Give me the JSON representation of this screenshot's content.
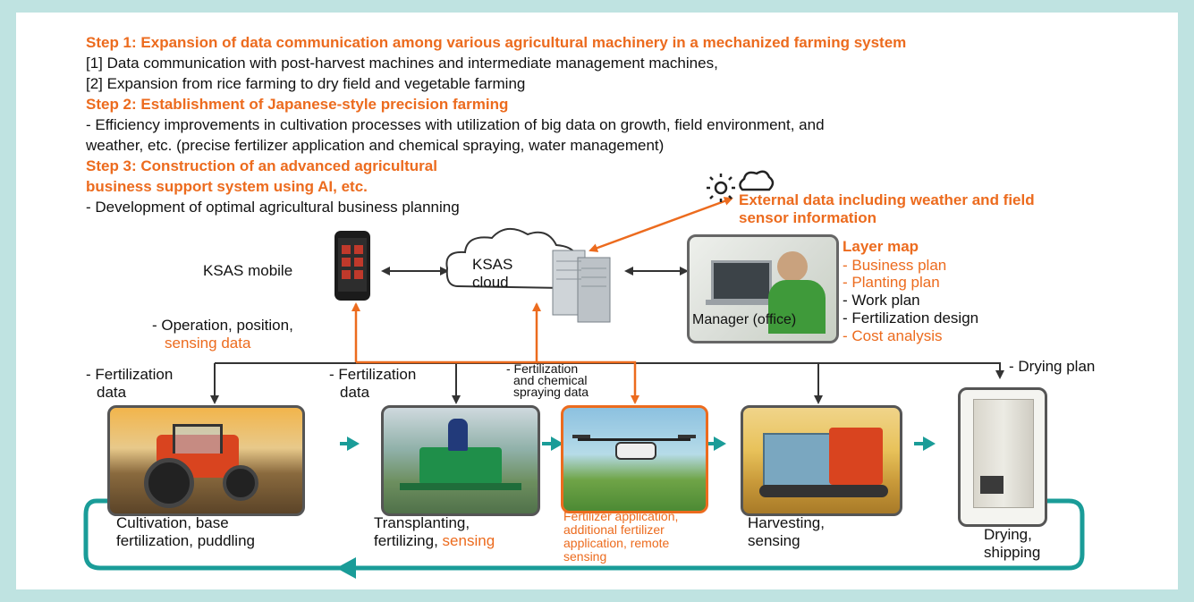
{
  "steps": {
    "step1_title": "Step 1: Expansion of data communication among various agricultural machinery in a mechanized farming system",
    "step1_line1": "[1] Data communication with post-harvest machines and intermediate management machines,",
    "step1_line2": "[2] Expansion from rice farming to dry field and vegetable farming",
    "step2_title": "Step 2: Establishment of Japanese-style precision farming",
    "step2_line1": "- Efficiency improvements in cultivation processes with utilization of big data on growth, field environment, and",
    "step2_line2": "weather, etc. (precise fertilizer application and chemical spraying, water management)",
    "step3_title_1": "Step 3: Construction of an advanced agricultural",
    "step3_title_2": "business support system using AI, etc.",
    "step3_line1": "- Development of optimal agricultural business planning"
  },
  "system": {
    "external_1": "External data including weather and field",
    "external_2": "sensor information",
    "mobile_label": "KSAS mobile",
    "cloud_label_1": "KSAS",
    "cloud_label_2": "cloud",
    "manager_label": "Manager (office)",
    "layer_map_title": "Layer map",
    "layer_items": [
      {
        "text": "- Business plan",
        "highlight": true
      },
      {
        "text": "- Planting plan",
        "highlight": true
      },
      {
        "text": "- Work plan",
        "highlight": false
      },
      {
        "text": "- Fertilization design",
        "highlight": false
      },
      {
        "text": "- Cost analysis",
        "highlight": true
      }
    ],
    "op_data_1": "- Operation, position,",
    "op_data_2": "sensing data"
  },
  "data_labels": {
    "fert1_a": "- Fertilization",
    "fert1_b": "data",
    "fert2_a": "- Fertilization",
    "fert2_b": "data",
    "spray_a": "- Fertilization",
    "spray_b": "and chemical",
    "spray_c": "spraying data",
    "drying_plan": "- Drying plan"
  },
  "processes": {
    "cultivation_1": "Cultivation, base",
    "cultivation_2": "fertilization, puddling",
    "transplant_1": "Transplanting,",
    "transplant_2": "fertilizing,",
    "transplant_sensing": "sensing",
    "fertapp_1": "Fertilizer application,",
    "fertapp_2": "additional fertilizer",
    "fertapp_3": "application, remote",
    "fertapp_4": "sensing",
    "harvest_1": "Harvesting,",
    "harvest_2": "sensing",
    "drying_1": "Drying,",
    "drying_2": "shipping"
  },
  "colors": {
    "orange": "#ec6b1e",
    "teal": "#1a9c98",
    "frame": "#bfe3e1",
    "dark_arrow": "#333333"
  }
}
